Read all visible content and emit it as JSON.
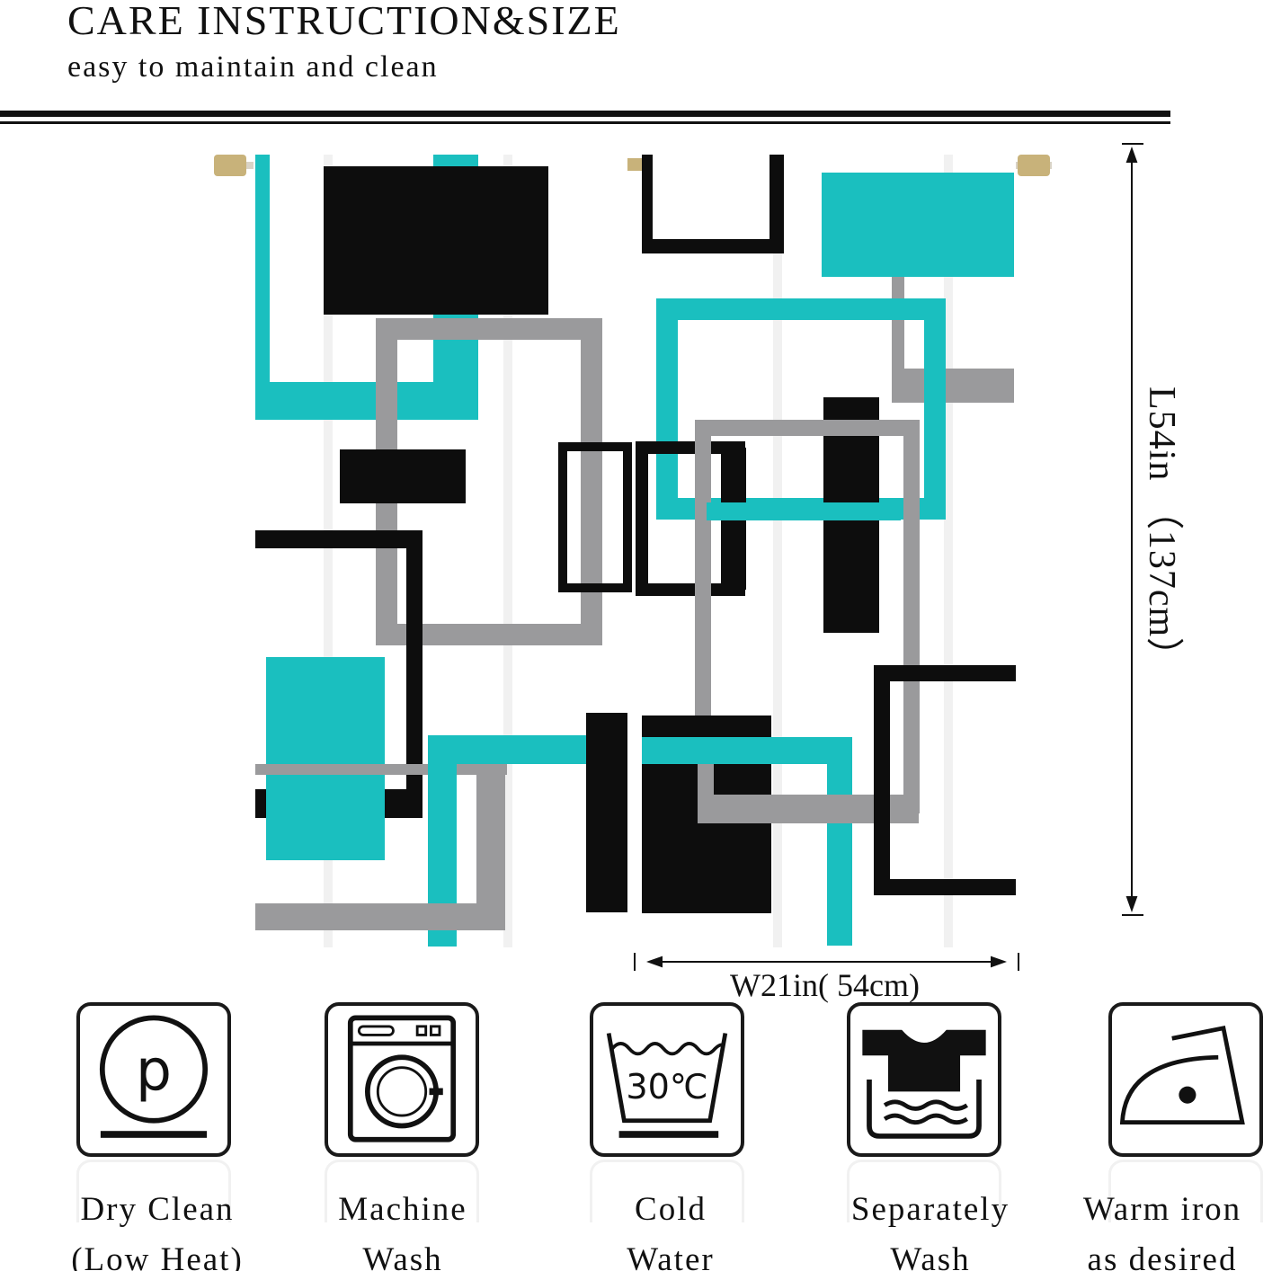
{
  "header": {
    "title": "CARE INSTRUCTION&SIZE",
    "subtitle": "easy to maintain and clean"
  },
  "dimensions": {
    "length": "L54in （137cm）",
    "width": "W21in( 54cm)"
  },
  "colors": {
    "teal": "#1ABFBF",
    "black": "#0d0d0d",
    "gray": "#9a9a9c",
    "white": "#ffffff"
  },
  "care": [
    {
      "icon": "dry-clean-icon",
      "line1": "Dry Clean",
      "line2": "(Low Heat)"
    },
    {
      "icon": "washing-machine-icon",
      "line1": "Machine",
      "line2": "Wash"
    },
    {
      "icon": "wash-tub-30c-icon",
      "line1": "Cold",
      "line2": "Water",
      "temp": "30℃"
    },
    {
      "icon": "separate-wash-icon",
      "line1": "Separately",
      "line2": "Wash"
    },
    {
      "icon": "iron-icon",
      "line1": "Warm iron",
      "line2": "as desired"
    }
  ]
}
